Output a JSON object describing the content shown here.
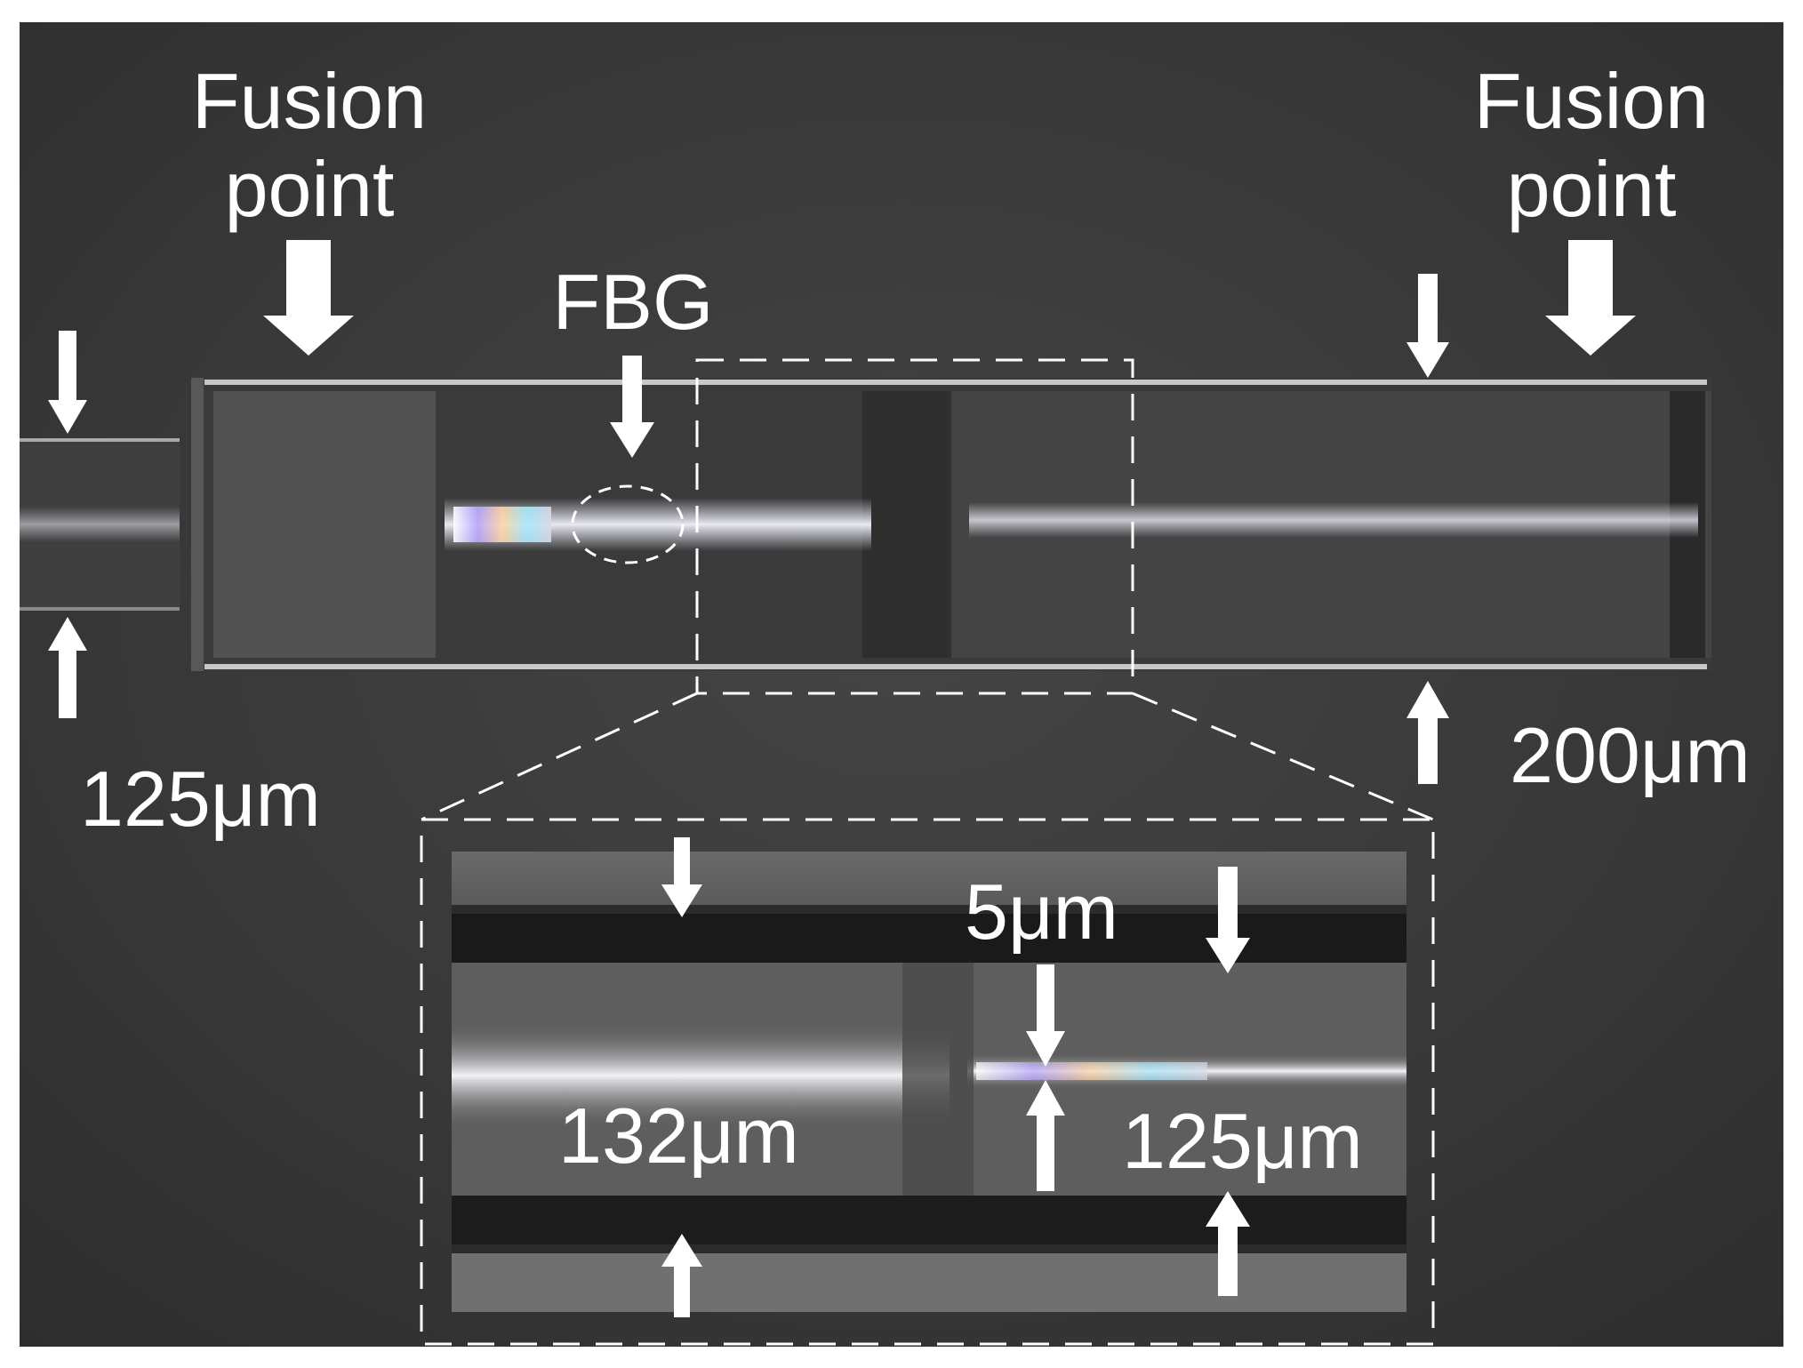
{
  "colors": {
    "background": "#3b3b3b",
    "label": "#ffffff",
    "fiber_glow": "#d9dbe6"
  },
  "labels": {
    "fusion_point_left": "Fusion point",
    "fusion_point_right": "Fusion point",
    "fbg": "FBG",
    "diameter_left": "125μm",
    "diameter_right": "200μm",
    "inset_left": "132μm",
    "inset_right": "125μm",
    "inset_gap": "5μm"
  }
}
